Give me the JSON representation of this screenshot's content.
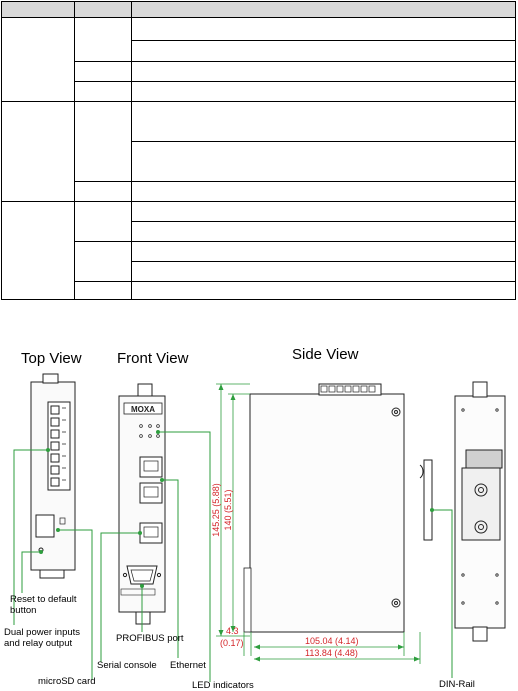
{
  "figure": {
    "views": {
      "top": "Top View",
      "front": "Front View",
      "side": "Side View"
    },
    "callouts": {
      "reset": "Reset to default\nbutton",
      "power": "Dual power inputs\nand relay output",
      "microsd": "microSD card",
      "serial": "Serial console",
      "profibus": "PROFIBUS port",
      "ethernet": "Ethernet",
      "led": "LED indicators",
      "dinrail": "DIN-Rail"
    },
    "dimensions": {
      "height_outer": "145.25 (5.88)",
      "height_inner": "140 (5.51)",
      "offset_mm": "4.3",
      "offset_in": "(0.17)",
      "depth_inner": "105.04 (4.14)",
      "depth_outer": "113.84 (4.48)"
    },
    "device": {
      "brand": "MOXA"
    },
    "colors": {
      "callout_line": "#2e9e3e",
      "dimension": "#d4262a",
      "device_outline": "#222222"
    }
  }
}
